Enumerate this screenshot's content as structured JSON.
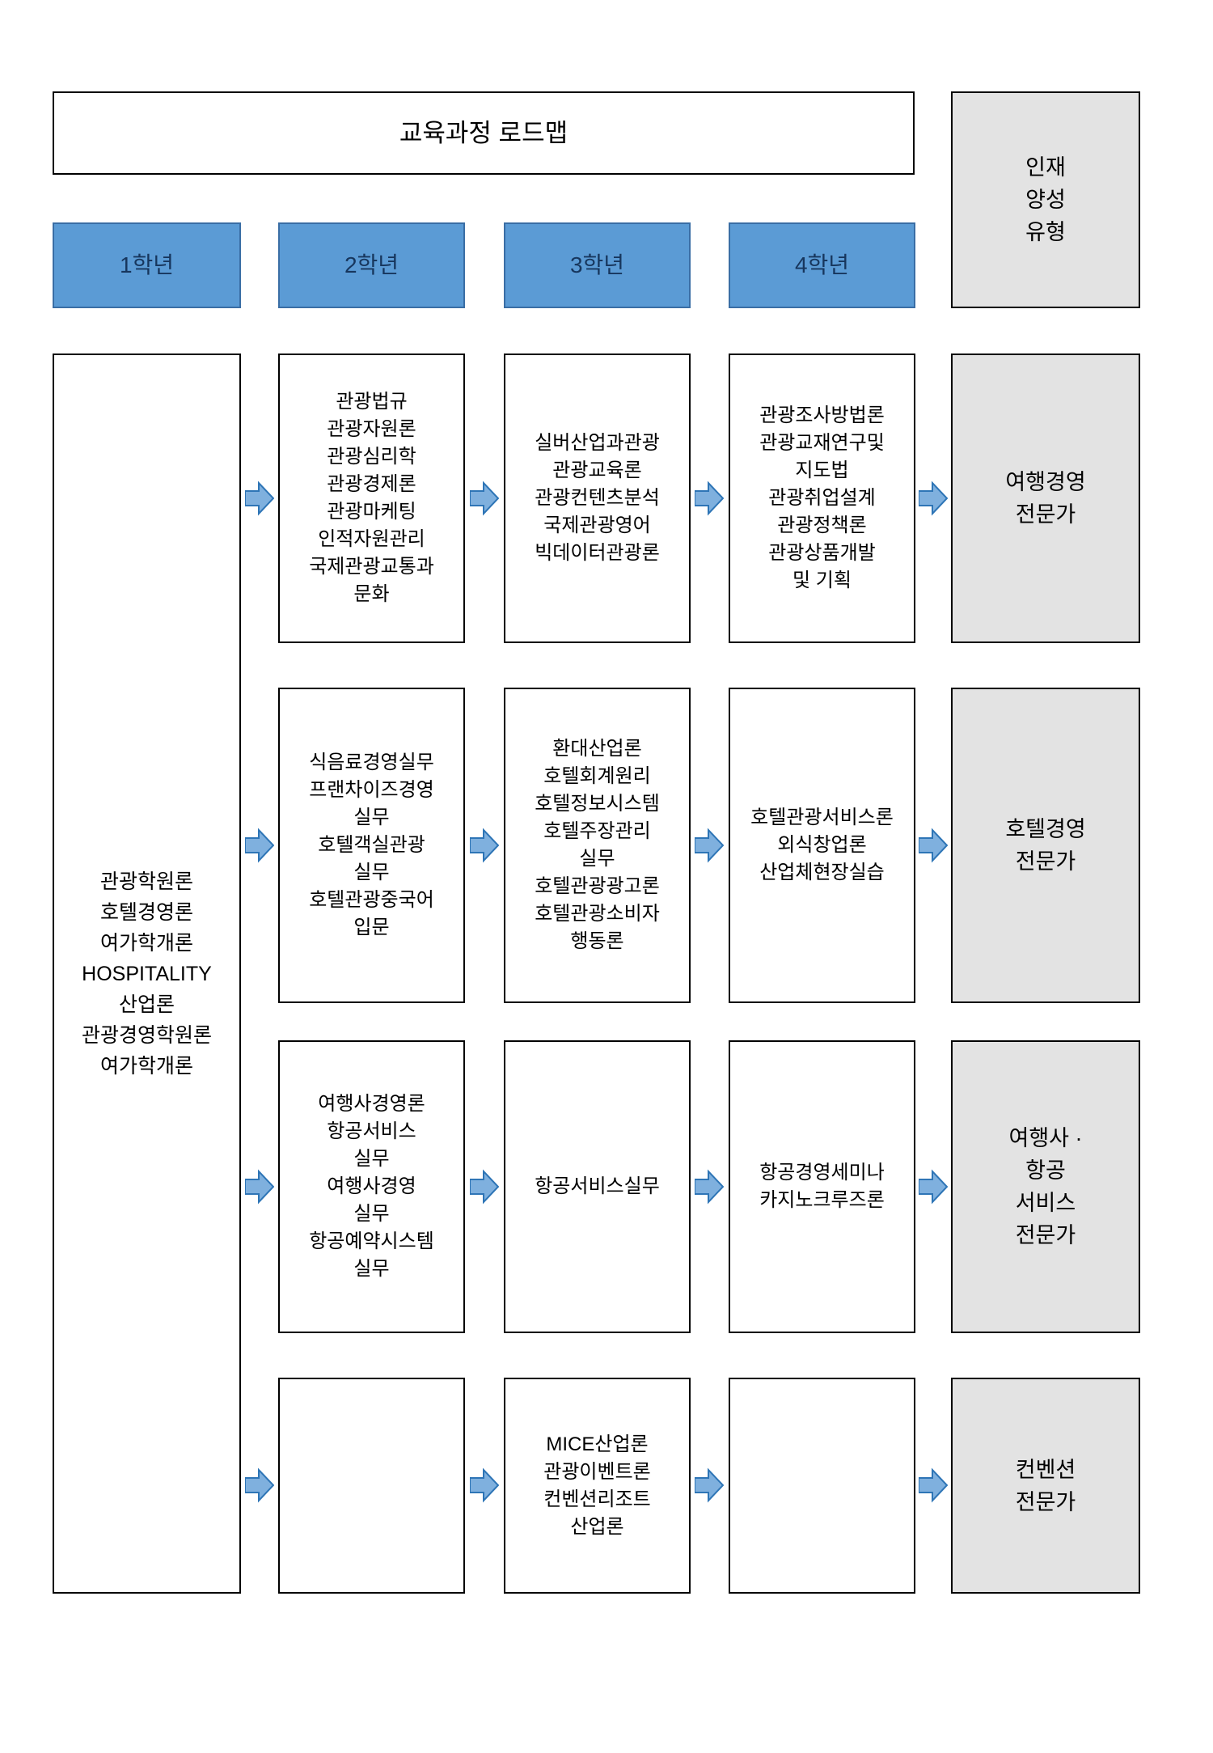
{
  "title": "교육과정 로드맵",
  "talent_type_header": "인재\n양성\n유형",
  "year_headers": [
    "1학년",
    "2학년",
    "3학년",
    "4학년"
  ],
  "year1_courses": "관광학원론\n호텔경영론\n여가학개론\nHOSPITALITY\n산업론\n관광경영학원론\n여가학개론",
  "rows": [
    {
      "year2": "관광법규\n관광자원론\n관광심리학\n관광경제론\n관광마케팅\n인적자원관리\n국제관광교통과\n문화",
      "year3": "실버산업과관광\n관광교육론\n관광컨텐츠분석\n국제관광영어\n빅데이터관광론",
      "year4": "관광조사방법론\n관광교재연구및\n지도법\n관광취업설계\n관광정책론\n관광상품개발\n및 기획",
      "outcome": "여행경영\n전문가"
    },
    {
      "year2": "식음료경영실무\n프랜차이즈경영\n실무\n호텔객실관광\n실무\n호텔관광중국어\n입문",
      "year3": "환대산업론\n호텔회계원리\n호텔정보시스템\n호텔주장관리\n실무\n호텔관광광고론\n호텔관광소비자\n행동론",
      "year4": "호텔관광서비스론\n외식창업론\n산업체현장실습",
      "outcome": "호텔경영\n전문가"
    },
    {
      "year2": "여행사경영론\n항공서비스\n실무\n여행사경영\n실무\n항공예약시스템\n실무",
      "year3": "항공서비스실무",
      "year4": "항공경영세미나\n카지노크루즈론",
      "outcome": "여행사 ·\n항공\n서비스\n전문가"
    },
    {
      "year2": "",
      "year3": "MICE산업론\n관광이벤트론\n컨벤션리조트\n산업론",
      "year4": "",
      "outcome": "컨벤션\n전문가"
    }
  ],
  "colors": {
    "header_blue": "#5b9bd5",
    "arrow_fill": "#7fb0de",
    "arrow_stroke": "#2e75b6",
    "outcome_gray": "#e3e3e3",
    "border_black": "#000000"
  }
}
